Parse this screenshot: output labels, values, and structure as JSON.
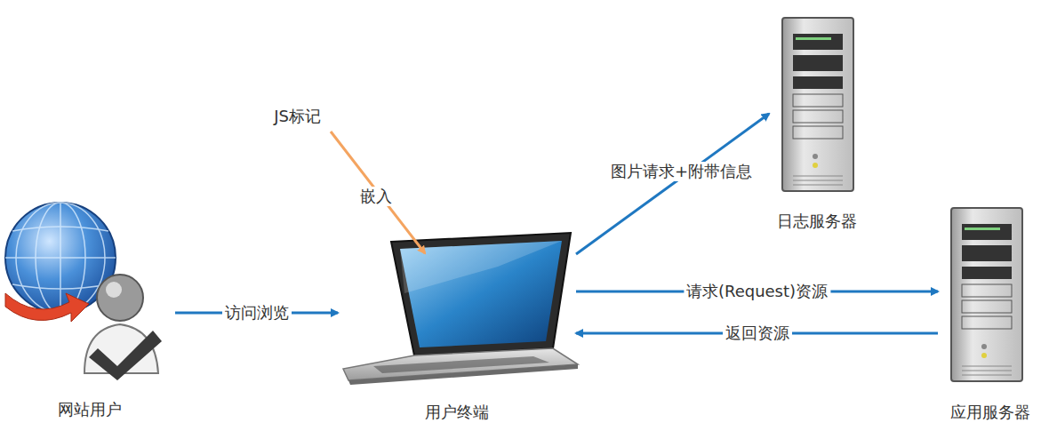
{
  "diagram": {
    "nodes": [
      {
        "text": [
          "网站用户"
        ]
      },
      {
        "text": [
          "用户终端"
        ]
      },
      {
        "text": [
          "日志服务器"
        ]
      },
      {
        "text": [
          "应用服务器"
        ]
      },
      {
        "text": [
          "JS标记"
        ]
      }
    ],
    "edges": [
      {
        "from": 0,
        "to": 1,
        "label": "访问浏览",
        "arrow": "to"
      },
      {
        "from": 4,
        "to": 1,
        "label": "嵌入",
        "arrow": "to"
      },
      {
        "from": 1,
        "to": 2,
        "label": "图片请求+附带信息",
        "arrow": "to"
      },
      {
        "from": 1,
        "to": 3,
        "label": "请求(Request)资源",
        "arrow": "to"
      },
      {
        "from": 3,
        "to": 1,
        "label": "返回资源",
        "arrow": "to"
      }
    ]
  }
}
